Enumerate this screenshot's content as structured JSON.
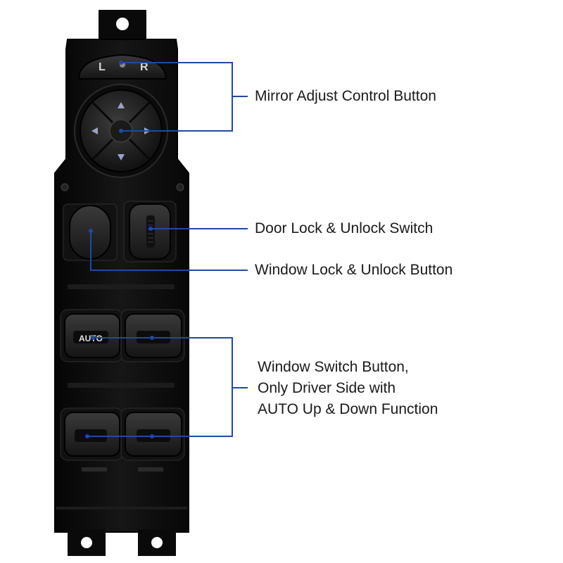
{
  "switch_labels": {
    "mirror_left": "L",
    "mirror_right": "R",
    "auto": "AUTO"
  },
  "callouts": {
    "mirror_adjust": "Mirror Adjust Control Button",
    "door_lock": "Door Lock & Unlock Switch",
    "window_lock": "Window Lock & Unlock Button",
    "window_switch": [
      "Window Switch Button,",
      "Only Driver Side with",
      "AUTO Up & Down Function"
    ]
  },
  "colors": {
    "leader_line": "#1f4aa0",
    "callout_text": "#1a1a1a",
    "housing": "#0e0e0e",
    "button": "#262626",
    "switch_symbol": "#c9c9c9"
  }
}
